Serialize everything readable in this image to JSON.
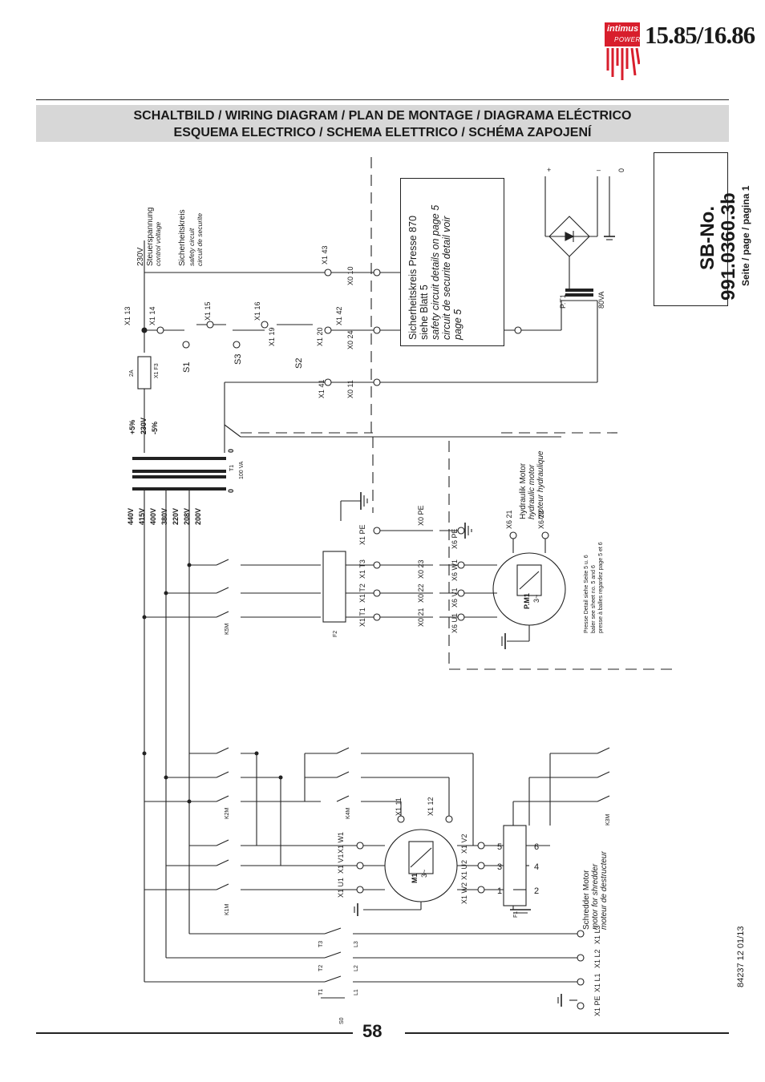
{
  "header": {
    "logo_brand": "intimus",
    "logo_sub": "POWER",
    "model": "15.85/16.86"
  },
  "title": {
    "line1": "SCHALTBILD / WIRING DIAGRAM / PLAN DE MONTAGE / DIAGRAMA ELÉCTRICO",
    "line2": "ESQUEMA ELECTRICO / SCHEMA ELETTRICO / SCHÉMA ZAPOJENÍ"
  },
  "sb": {
    "label": "SB-No.",
    "number": "991.0360.3b",
    "page": "Seite / page / pagina 1"
  },
  "note": {
    "line1": "Sicherheitskreis Presse 870",
    "line2": "siehe Blatt 5",
    "line3": "safety circuit details on page 5",
    "line4": "circuit de securite detail voir",
    "line5": "page 5"
  },
  "labels": {
    "v230": "230V",
    "steuerspannung": "Steuerspannung",
    "control_voltage": "control voltage",
    "sicherheitskreis": "Sicherheitskreis",
    "safety_circuit": "safety circuit",
    "circuit_securite": "circuit de securite",
    "transformer": "T1",
    "transformer_va": "100 VA",
    "tap_440": "440V",
    "tap_415": "415V",
    "tap_400": "400V",
    "tap_380": "380V",
    "tap_220": "220V",
    "tap_208": "208V",
    "tap_200": "200V",
    "sec_plus5": "+5%",
    "sec_230": "230V",
    "sec_minus5": "-5%",
    "zero": "0",
    "fuse_f3_rating": "2A",
    "fuse_f3": "X1 F3",
    "s1": "S1",
    "s2": "S2",
    "s3": "S3",
    "x1_13": "X1 13",
    "x1_14": "X1 14",
    "x1_15": "X1 15",
    "x1_16": "X1 16",
    "x1_19": "X1 19",
    "x1_20": "X1 20",
    "x1_41": "X1 41",
    "x1_42": "X1 42",
    "x1_43": "X1 43",
    "x0_10": "X0 10",
    "x0_11": "X0 11",
    "x0_24": "X0 24",
    "pt1": "P.T1",
    "pt1_va": "80VA",
    "plus": "+",
    "minus": "–",
    "hyd_motor_de": "Hydraulik Motor",
    "hyd_motor_en": "hydraulic motor",
    "hyd_motor_fr": "moteur hydraulique",
    "pm1": "P.M1",
    "pm1_phase": "3~",
    "x6_21": "X6 21",
    "x6_22": "X6 22",
    "x6_pe": "X6 PE",
    "x6_u1": "X6 U1",
    "x6_v1": "X6 V1",
    "x6_w1": "X6 W1",
    "x0_pe": "X0 PE",
    "x0_21": "X0 21",
    "x0_22": "X0 22",
    "x0_23": "X0 23",
    "x1_pe_top": "X1 PE",
    "x1_t1": "X1 T1",
    "x1_t2": "X1 T2",
    "x1_t3": "X1 T3",
    "f2": "F2",
    "k5m": "K5M",
    "k2m": "K2M",
    "k1m": "K1M",
    "k4m": "K4M",
    "k3m": "K3M",
    "f1": "F1",
    "m1": "M1",
    "m1_phase": "3~",
    "x1_11": "X1 11",
    "x1_12": "X1 12",
    "x1_u1": "X1 U1",
    "x1_v1": "X1 V1",
    "x1_w1": "X1 W1",
    "x1_u2": "X1 U2",
    "x1_v2": "X1 V2",
    "x1_w2": "X1 W2",
    "shred_motor_de": "Schredder Motor",
    "shred_motor_en": "motor for shredder",
    "shred_motor_fr": "moteur de destructeur",
    "press_note1": "Presse Detail siehe Seite 5 u. 6",
    "press_note2": "baler see sheet no. 5 and 6",
    "press_note3": "presse à balles regardez page 5 et 6",
    "x1_l1": "X1 L1",
    "x1_l2": "X1 L2",
    "x1_l3": "X1 L3",
    "x1_pe": "X1 PE",
    "s0": "S0",
    "t1_term": "T1",
    "t2_term": "T2",
    "t3_term": "T3",
    "l1_term": "L1",
    "l2_term": "L2",
    "l3_term": "L3",
    "f1_1": "1",
    "f1_2": "2",
    "f1_3": "3",
    "f1_4": "4",
    "f1_5": "5",
    "f1_6": "6"
  },
  "footer": {
    "page_number": "58",
    "doc_code": "84237 12 01/13"
  }
}
